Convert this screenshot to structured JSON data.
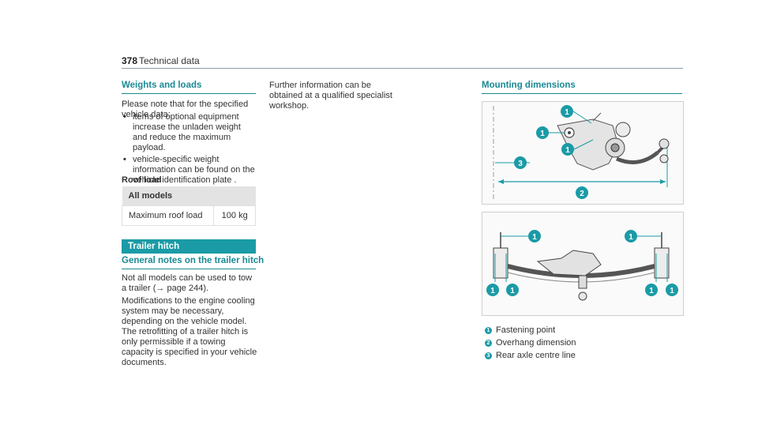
{
  "header": {
    "page_number": "378",
    "section": "Technical data"
  },
  "weights": {
    "heading": "Weights and loads",
    "intro": "Please note that for the specified vehicle data:",
    "bullets": [
      "items of optional equipment increase the unladen weight and reduce the maximum payload.",
      "vehicle-specific weight information can be found on the vehicle identification plate ."
    ],
    "roof_load_label": "Roof load",
    "table": {
      "header": "All models",
      "row_label": "Maximum roof load",
      "row_value": "100 kg"
    }
  },
  "trailer": {
    "band": "Trailer hitch",
    "subheading": "General notes on the trailer hitch",
    "para1": "Not all models can be used to tow a trailer (→ page 244).",
    "para2": "Modifications to the engine cooling system may be necessary, depending on the vehicle model. The retrofitting of a trailer hitch is only permissible if a towing capacity is specified in your vehicle documents."
  },
  "further_info": "Further information can be obtained at a qualified specialist workshop.",
  "mounting": {
    "heading": "Mounting dimensions",
    "legend": [
      {
        "num": "1",
        "label": "Fastening point"
      },
      {
        "num": "2",
        "label": "Overhang dimension"
      },
      {
        "num": "3",
        "label": "Rear axle centre line"
      }
    ]
  },
  "colors": {
    "accent": "#1a9ba6",
    "heading": "#1a8a94",
    "text": "#333333"
  }
}
